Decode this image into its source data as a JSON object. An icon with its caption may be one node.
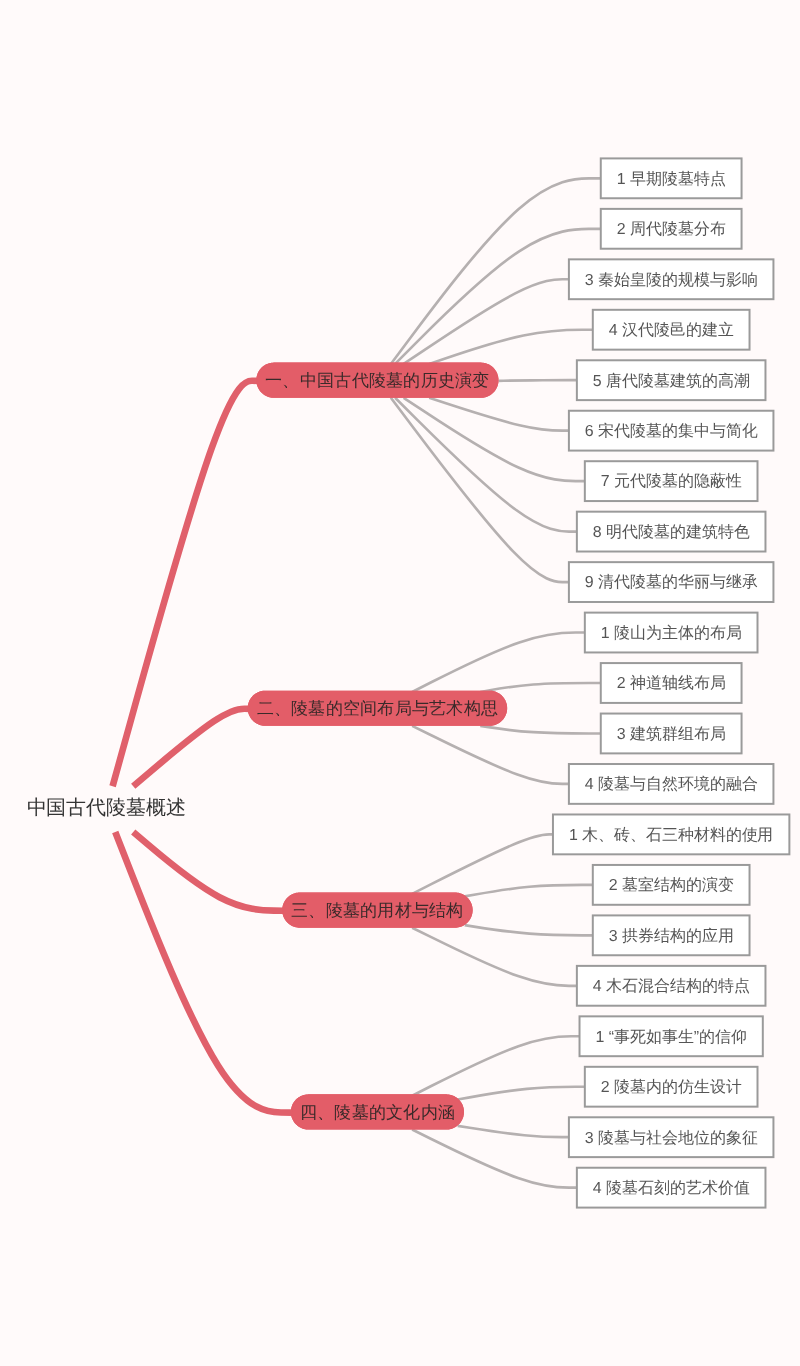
{
  "diagram": {
    "nodes": [
      {
        "text": [
          "中国古代陵墓概述"
        ]
      },
      {
        "text": [
          "一、中国古代陵墓的历史演变"
        ]
      },
      {
        "text": [
          "1 早期陵墓特点"
        ]
      },
      {
        "text": [
          "2 周代陵墓分布"
        ]
      },
      {
        "text": [
          "3 秦始皇陵的规模与影响"
        ]
      },
      {
        "text": [
          "4 汉代陵邑的建立"
        ]
      },
      {
        "text": [
          "5 唐代陵墓建筑的高潮"
        ]
      },
      {
        "text": [
          "6 宋代陵墓的集中与简化"
        ]
      },
      {
        "text": [
          "7 元代陵墓的隐蔽性"
        ]
      },
      {
        "text": [
          "8 明代陵墓的建筑特色"
        ]
      },
      {
        "text": [
          "9 清代陵墓的华丽与继承"
        ]
      },
      {
        "text": [
          "二、陵墓的空间布局与艺术构思"
        ]
      },
      {
        "text": [
          "1 陵山为主体的布局"
        ]
      },
      {
        "text": [
          "2 神道轴线布局"
        ]
      },
      {
        "text": [
          "3 建筑群组布局"
        ]
      },
      {
        "text": [
          "4 陵墓与自然环境的融合"
        ]
      },
      {
        "text": [
          "三、陵墓的用材与结构"
        ]
      },
      {
        "text": [
          "1 木、砖、石三种材料的使用"
        ]
      },
      {
        "text": [
          "2 墓室结构的演变"
        ]
      },
      {
        "text": [
          "3 拱券结构的应用"
        ]
      },
      {
        "text": [
          "4 木石混合结构的特点"
        ]
      },
      {
        "text": [
          "四、陵墓的文化内涵"
        ]
      },
      {
        "text": [
          "1 “事死如事生”的信仰"
        ]
      },
      {
        "text": [
          "2 陵墓内的仿生设计"
        ]
      },
      {
        "text": [
          "3 陵墓与社会地位的象征"
        ]
      },
      {
        "text": [
          "4 陵墓石刻的艺术价值"
        ]
      }
    ],
    "edges": [
      {
        "from": 0,
        "to": 1,
        "arrow": "none",
        "style": "thick",
        "color": "#e0606b"
      },
      {
        "from": 1,
        "to": 2,
        "arrow": "none"
      },
      {
        "from": 1,
        "to": 3,
        "arrow": "none"
      },
      {
        "from": 1,
        "to": 4,
        "arrow": "none"
      },
      {
        "from": 1,
        "to": 5,
        "arrow": "none"
      },
      {
        "from": 1,
        "to": 6,
        "arrow": "none"
      },
      {
        "from": 1,
        "to": 7,
        "arrow": "none"
      },
      {
        "from": 1,
        "to": 8,
        "arrow": "none"
      },
      {
        "from": 1,
        "to": 9,
        "arrow": "none"
      },
      {
        "from": 1,
        "to": 10,
        "arrow": "none"
      },
      {
        "from": 0,
        "to": 11,
        "arrow": "none",
        "style": "thick",
        "color": "#e0606b"
      },
      {
        "from": 11,
        "to": 12,
        "arrow": "none"
      },
      {
        "from": 11,
        "to": 13,
        "arrow": "none"
      },
      {
        "from": 11,
        "to": 14,
        "arrow": "none"
      },
      {
        "from": 11,
        "to": 15,
        "arrow": "none"
      },
      {
        "from": 0,
        "to": 16,
        "arrow": "none",
        "style": "thick",
        "color": "#e0606b"
      },
      {
        "from": 16,
        "to": 17,
        "arrow": "none"
      },
      {
        "from": 16,
        "to": 18,
        "arrow": "none"
      },
      {
        "from": 16,
        "to": 19,
        "arrow": "none"
      },
      {
        "from": 16,
        "to": 20,
        "arrow": "none"
      },
      {
        "from": 0,
        "to": 21,
        "arrow": "none",
        "style": "thick",
        "color": "#e0606b"
      },
      {
        "from": 21,
        "to": 22,
        "arrow": "none"
      },
      {
        "from": 21,
        "to": 23,
        "arrow": "none"
      },
      {
        "from": 21,
        "to": 24,
        "arrow": "none"
      },
      {
        "from": 21,
        "to": 25,
        "arrow": "none"
      }
    ]
  }
}
